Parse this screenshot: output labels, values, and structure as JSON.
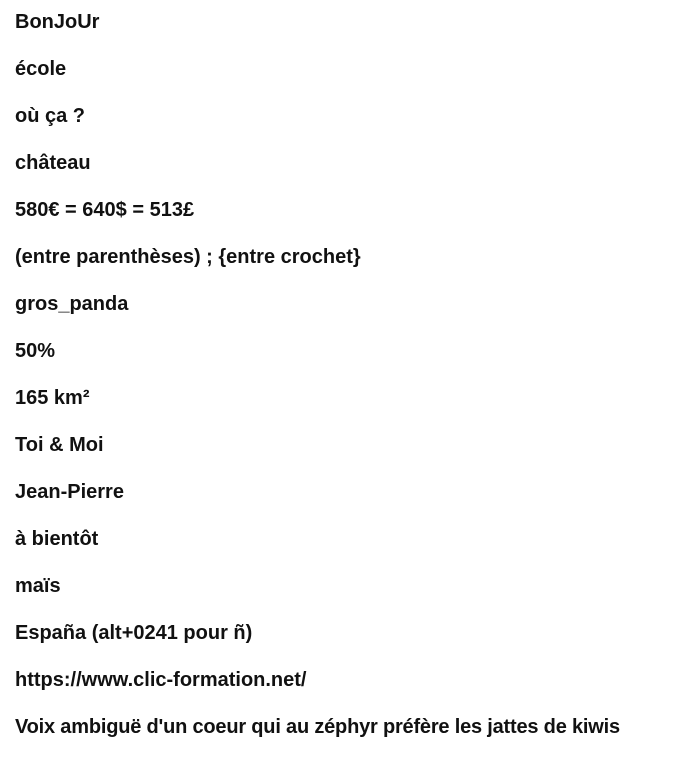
{
  "lines": [
    "BonJoUr",
    "école",
    "où ça ?",
    "château",
    "580€ = 640$ = 513£",
    "(entre parenthèses) ; {entre crochet}",
    "gros_panda",
    "50%",
    "165 km²",
    "Toi & Moi",
    "Jean-Pierre",
    "à bientôt",
    "maïs",
    "España (alt+0241 pour ñ)",
    "https://www.clic-formation.net/",
    "Voix ambiguë d'un coeur qui au zéphyr préfère les jattes de kiwis"
  ]
}
